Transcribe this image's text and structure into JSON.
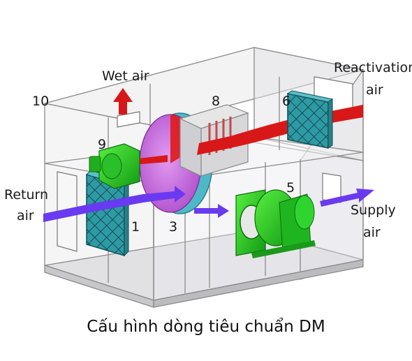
{
  "labels": {
    "wet_air": "Wet air",
    "reactivation_line1": "Reactivation",
    "reactivation_line2": "air",
    "return_line1": "Return",
    "return_line2": "air",
    "supply_line1": "Supply",
    "supply_line2": "air"
  },
  "numbers": {
    "n1": "1",
    "n3": "3",
    "n5": "5",
    "n6": "6",
    "n8": "8",
    "n9": "9",
    "n10": "10"
  },
  "caption": "Cấu hình dòng tiêu chuẩn DM",
  "colors": {
    "housing_line": "#8a8a8a",
    "housing_fill": "#e9e9ec",
    "wheel": "#c070d8",
    "wheel_rim": "#4fb8c8",
    "filter": "#3aa0a8",
    "fan": "#22c41e",
    "red_arrow": "#d81818",
    "blue_arrow": "#6a3af0",
    "heater": "#d0d0d0"
  }
}
